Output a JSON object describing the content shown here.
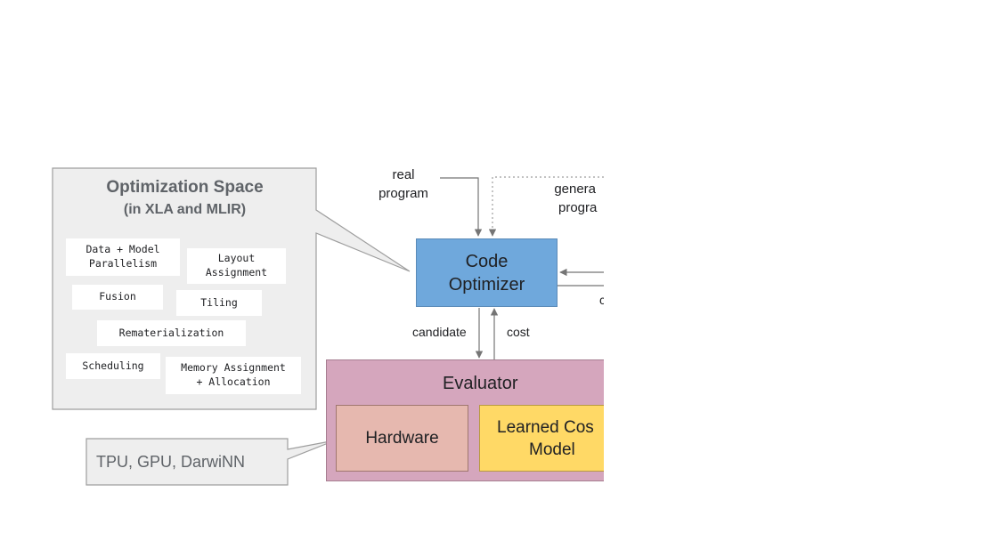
{
  "optimization_space": {
    "title": "Optimization Space",
    "subtitle": "(in XLA and MLIR)",
    "items": [
      "Data + Model\nParallelism",
      "Layout\nAssignment",
      "Fusion",
      "Tiling",
      "Rematerialization",
      "Scheduling",
      "Memory Assignment\n+ Allocation"
    ]
  },
  "inputs": {
    "real_program_line1": "real",
    "real_program_line2": "program",
    "generated_program_line1": "genera",
    "generated_program_line2": "progra"
  },
  "code_optimizer": {
    "line1": "Code",
    "line2": "Optimizer",
    "right_fragment": "c"
  },
  "edges": {
    "candidate": "candidate",
    "cost": "cost"
  },
  "evaluator": {
    "title": "Evaluator",
    "hardware": "Hardware",
    "learned_cost_line1": "Learned Cos",
    "learned_cost_line2": "Model"
  },
  "hardware_callout": "TPU, GPU, DarwiNN",
  "colors": {
    "opt_space_fill": "#eeeeee",
    "code_optimizer_fill": "#6fa8dc",
    "evaluator_fill": "#d5a6bd",
    "hardware_fill": "#e6b8af",
    "learned_cost_fill": "#ffd966"
  }
}
